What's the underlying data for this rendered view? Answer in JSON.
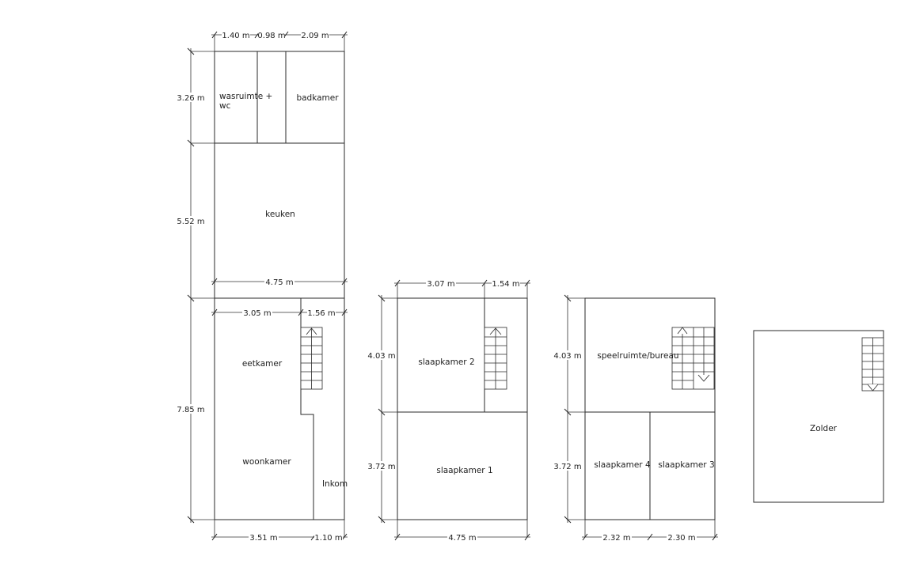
{
  "colors": {
    "line": "#2a2a2a",
    "text": "#222222",
    "background": "#ffffff"
  },
  "rooms": {
    "wasruimte_line1": "wasruimte +",
    "wasruimte_line2": "wc",
    "badkamer": "badkamer",
    "keuken": "keuken",
    "eetkamer": "eetkamer",
    "woonkamer": "woonkamer",
    "inkom": "Inkom",
    "slaapkamer2": "slaapkamer 2",
    "slaapkamer1": "slaapkamer 1",
    "speelruimte": "speelruimte/bureau",
    "slaapkamer4": "slaapkamer 4",
    "slaapkamer3": "slaapkamer 3",
    "zolder": "Zolder"
  },
  "dimensions": {
    "gf_top_1": "1.40 m",
    "gf_top_2": "0.98 m",
    "gf_top_3": "2.09 m",
    "gf_left_1": "3.26 m",
    "gf_left_2": "5.52 m",
    "gf_mid_width": "4.75 m",
    "gf_front_1": "3.05 m",
    "gf_front_2": "1.56 m",
    "gf_left_3": "7.85 m",
    "gf_bottom_1": "3.51 m",
    "gf_bottom_2": "1.10 m",
    "ff_top_1": "3.07 m",
    "ff_top_2": "1.54 m",
    "ff_left_1": "4.03 m",
    "ff_left_2": "3.72 m",
    "ff_bottom": "4.75 m",
    "sf_left_1": "4.03 m",
    "sf_left_2": "3.72 m",
    "sf_bottom_1": "2.32 m",
    "sf_bottom_2": "2.30 m"
  }
}
